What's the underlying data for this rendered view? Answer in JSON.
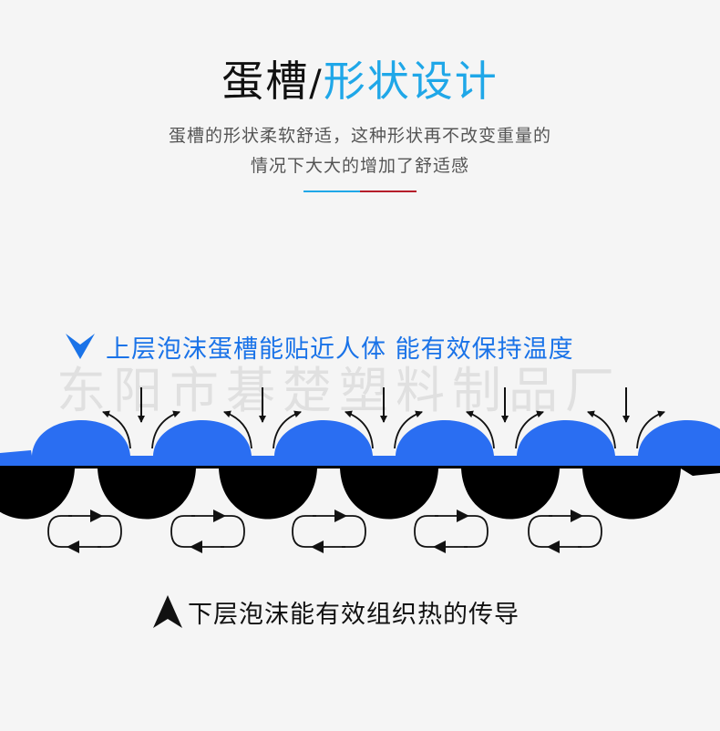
{
  "header": {
    "title_part1": "蛋槽",
    "title_slash": "/",
    "title_part2": "形状设计",
    "subtitle_line1": "蛋槽的形状柔软舒适，这种形状再不改变重量的",
    "subtitle_line2": "情况下大大的增加了舒适感"
  },
  "watermark": {
    "text": "东阳市碁楚塑料制品厂"
  },
  "diagram": {
    "top_label": "上层泡沫蛋槽能贴近人体 能有效保持温度",
    "bottom_label": "下层泡沫能有效组织热的传导",
    "top_arrow_icon": "chevron-down-icon",
    "bottom_arrow_icon": "triangle-up-icon"
  },
  "colors": {
    "accent_blue": "#1fa7e8",
    "accent_red": "#b51d2a",
    "foam_blue": "#2a6ef2",
    "foam_black": "#000000",
    "label_blue": "#1a73e8"
  }
}
